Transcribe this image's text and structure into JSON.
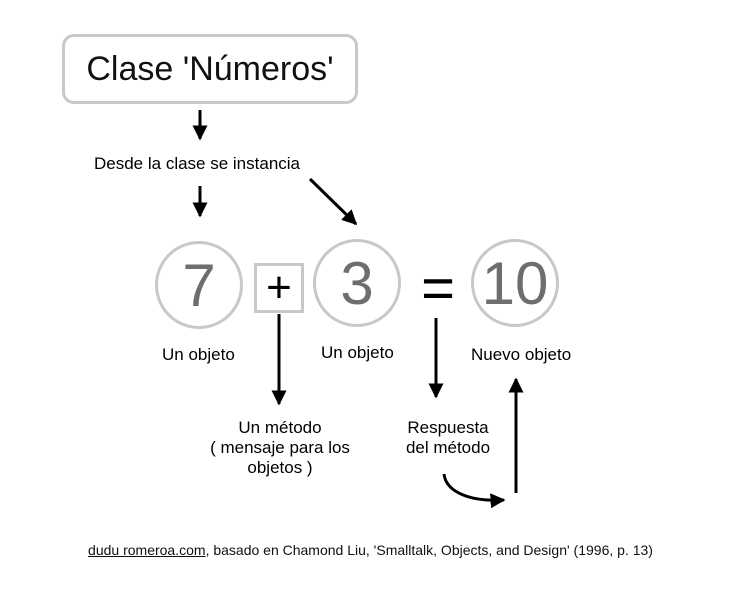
{
  "class_box": {
    "title": "Clase 'Números'"
  },
  "instantiate_label": "Desde la clase se instancia",
  "operands": [
    {
      "value": "7",
      "label": "Un objeto"
    },
    {
      "value": "3",
      "label": "Un objeto"
    }
  ],
  "operator": {
    "symbol": "+"
  },
  "equals": {
    "symbol": "="
  },
  "result": {
    "value": "10",
    "label": "Nuevo objeto"
  },
  "method_label": {
    "line1": "Un método",
    "line2": "( mensaje para los",
    "line3": "objetos )"
  },
  "response_label": {
    "line1": "Respuesta",
    "line2": "del método"
  },
  "credit": {
    "link": "dudu romeroa.com",
    "text": ", basado en Chamond Liu, 'Smalltalk, Objects, and Design' (1996, p. 13)"
  },
  "colors": {
    "outline": "#c8c8c8",
    "number_text": "#6e6e6e",
    "ink": "#000000"
  },
  "icons": [
    "arrow-down-icon",
    "arrow-diagonal-icon",
    "arrow-up-icon",
    "curved-arrow-icon"
  ]
}
